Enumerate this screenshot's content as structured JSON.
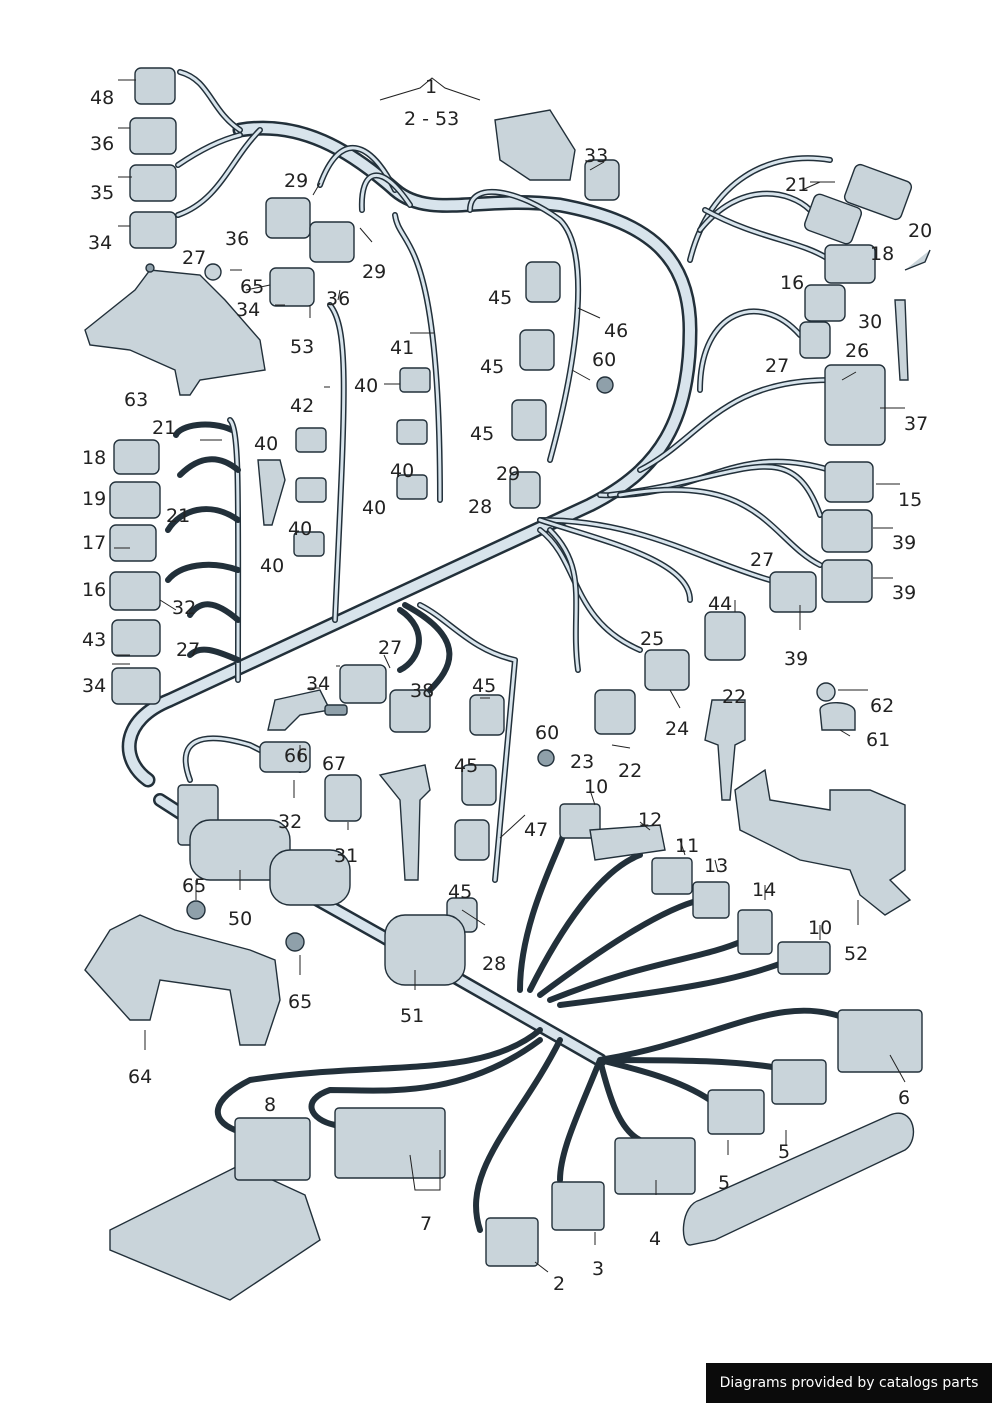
{
  "footer": {
    "text": "Diagrams provided by catalogs parts"
  },
  "diagram": {
    "labels": [
      "48",
      "36",
      "35",
      "34",
      "27",
      "65",
      "34",
      "63",
      "1",
      "2 - 53",
      "29",
      "36",
      "29",
      "36",
      "53",
      "41",
      "42",
      "40",
      "40",
      "40",
      "40",
      "40",
      "40",
      "33",
      "21",
      "18",
      "20",
      "16",
      "30",
      "27",
      "26",
      "37",
      "45",
      "46",
      "60",
      "45",
      "45",
      "29",
      "28",
      "15",
      "39",
      "39",
      "39",
      "27",
      "44",
      "25",
      "24",
      "22",
      "23",
      "22",
      "62",
      "61",
      "21",
      "18",
      "19",
      "21",
      "17",
      "16",
      "32",
      "43",
      "27",
      "34",
      "27",
      "34",
      "38",
      "45",
      "60",
      "45",
      "66",
      "67",
      "32",
      "31",
      "47",
      "10",
      "12",
      "11",
      "13",
      "14",
      "10",
      "52",
      "65",
      "50",
      "65",
      "51",
      "64",
      "45",
      "28",
      "8",
      "7",
      "6",
      "5",
      "5",
      "4",
      "3",
      "2"
    ]
  }
}
